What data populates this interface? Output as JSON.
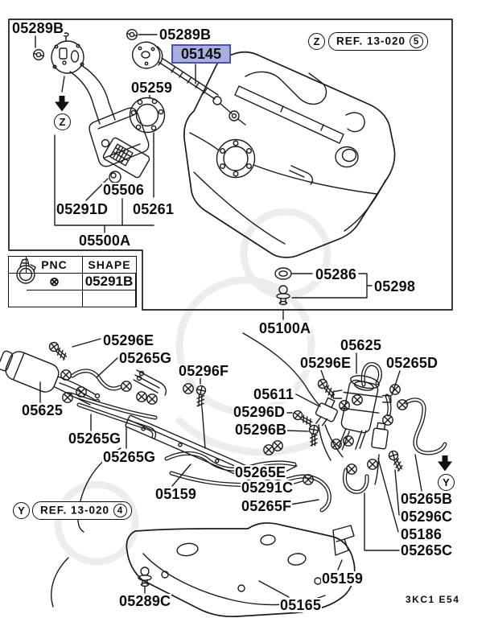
{
  "drawing": {
    "code": "3KC1 E54",
    "highlight": {
      "part": "05145",
      "fill": "#a9aee0",
      "border": "#4a50b4"
    }
  },
  "refs": {
    "top": {
      "anchor": "Z",
      "label": "REF. 13-020",
      "sheet": "5"
    },
    "bottom": {
      "anchor": "Y",
      "label": "REF. 13-020",
      "sheet": "4"
    }
  },
  "markers": {
    "z": "Z",
    "y": "Y"
  },
  "pnc_table": {
    "header_pnc": "PNC",
    "header_shape": "SHAPE",
    "row_marker": "⊗",
    "row_pnc": "05291B",
    "row_shape_icon": "hose-clamp"
  },
  "upper_labels": {
    "a05289b_left": "05289B",
    "a05289b_top": "05289B",
    "a05145": "05145",
    "a05259": "05259",
    "a05506": "05506",
    "a05291d": "05291D",
    "a05261": "05261",
    "a05500a": "05500A",
    "a05286": "05286",
    "a05298": "05298",
    "a05100a": "05100A"
  },
  "lower_labels": {
    "a05296e_left": "05296E",
    "a05265g_1": "05265G",
    "a05296f": "05296F",
    "a05625_left": "05625",
    "a05265g_2": "05265G",
    "a05265g_3": "05265G",
    "a05625_right": "05625",
    "a05296e_right": "05296E",
    "a05265d": "05265D",
    "a05611": "05611",
    "a05296d": "05296D",
    "a05296b": "05296B",
    "a05265e": "05265E",
    "a05291c": "05291C",
    "a05265f": "05265F",
    "a05159_top": "05159",
    "a05159_bottom": "05159",
    "a05289c": "05289C",
    "a05165": "05165",
    "a05265b": "05265B",
    "a05296c": "05296C",
    "a05186": "05186",
    "a05265c": "05265C"
  }
}
